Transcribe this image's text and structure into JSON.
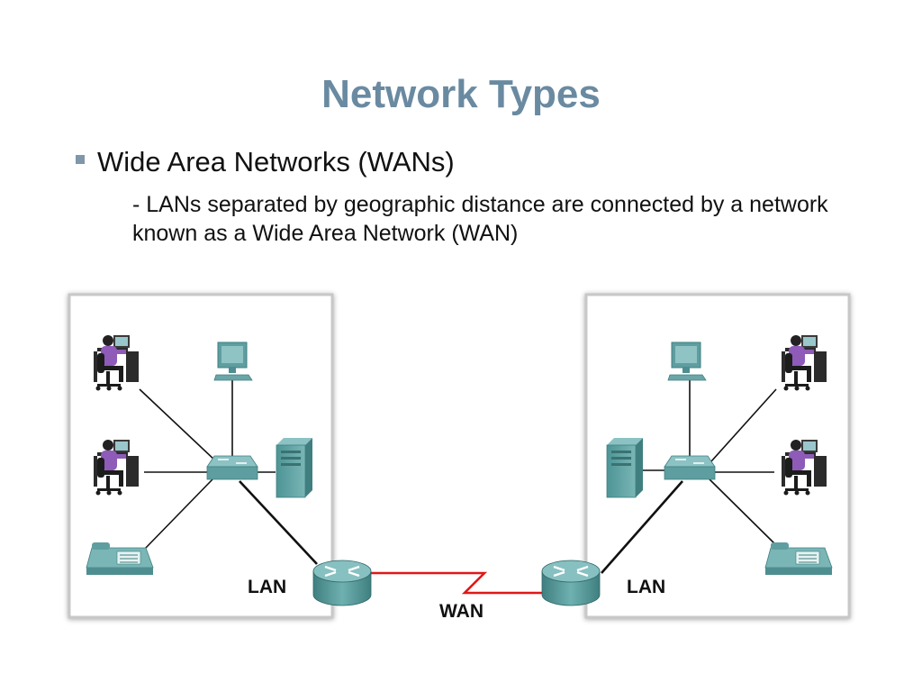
{
  "slide": {
    "title": "Network Types",
    "bullet": "Wide Area Networks (WANs)",
    "sub_text": "- LANs separated by geographic distance are connected by a network known as a Wide Area Network (WAN)"
  },
  "diagram": {
    "left_lan_label": "LAN",
    "right_lan_label": "LAN",
    "wan_label": "WAN",
    "left_lan_devices": [
      "workstation-user",
      "workstation-user",
      "ip-phone",
      "desktop-pc",
      "server",
      "switch",
      "router"
    ],
    "right_lan_devices": [
      "desktop-pc",
      "workstation-user",
      "workstation-user",
      "server",
      "ip-phone",
      "switch",
      "router"
    ]
  },
  "colors": {
    "title": "#6a8aa1",
    "device": "#5f9ea0",
    "wan_link": "#e01818",
    "person_shirt": "#8e5bb8",
    "panel_border": "#c8c8c8"
  }
}
